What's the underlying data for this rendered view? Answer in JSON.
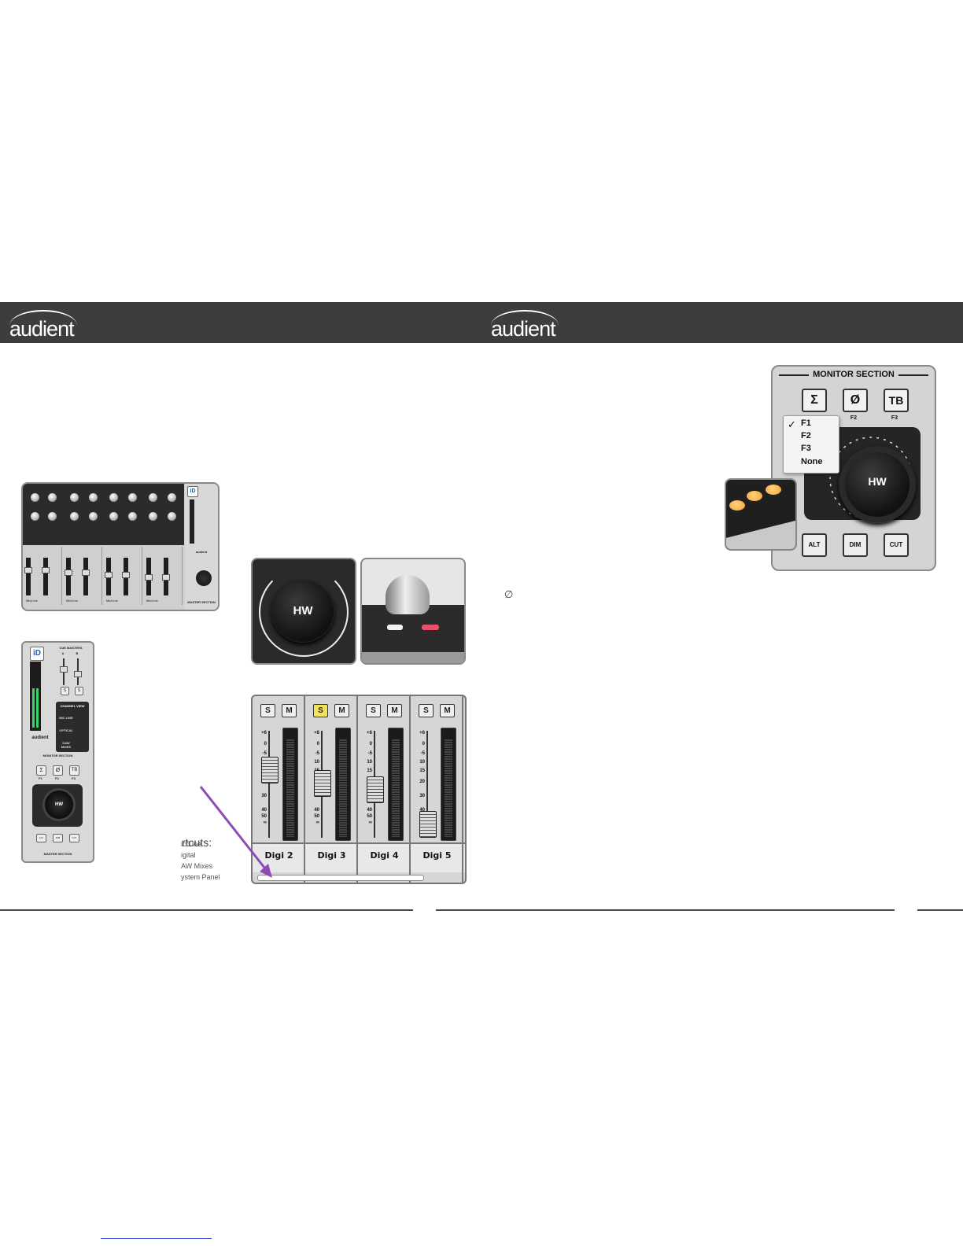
{
  "header": {
    "logo_left": "audient",
    "logo_right": "audient",
    "bar_color": "#3f3c3d"
  },
  "full_mixer": {
    "badge": "iD",
    "brand": "audient",
    "strip_labels": [
      "Mic/Line",
      "Mic/Line",
      "Mic/Line",
      "Mic/Line",
      "Mic/Line",
      "Mic/Line",
      "Mic/Line",
      "Mic/Line"
    ],
    "master_label": "MASTER SECTION"
  },
  "master_panel": {
    "badge": "iD",
    "cue_masters": "CUE MASTERS",
    "cue_a": "A",
    "cue_b": "B",
    "solo_a": "S",
    "solo_b": "S",
    "channel_view": "CHANNEL VIEW",
    "view_options": [
      "MIC LINE",
      "OPTICAL",
      "DAW MIXES"
    ],
    "brand": "audient",
    "monitor_section": "MONITOR SECTION",
    "f_buttons": [
      "Σ",
      "Ø",
      "TB"
    ],
    "f_labels": [
      "F1",
      "F2",
      "F3"
    ],
    "knob": "HW",
    "bottom_buttons": [
      "ALT",
      "DIM",
      "CUT"
    ],
    "footer": "MASTER SECTION"
  },
  "shortcuts": {
    "heading": "rtcuts:",
    "items": [
      "ic/Line",
      "igital",
      "AW Mixes",
      "ystem Panel"
    ]
  },
  "hw_knob": {
    "label": "HW"
  },
  "channel_strips": {
    "scale": [
      "+6",
      "0",
      "-5",
      "10",
      "15",
      "20",
      "30",
      "40",
      "50",
      "∞"
    ],
    "strips": [
      {
        "name": "Digi 2",
        "solo": "S",
        "mute": "M",
        "solo_active": false,
        "fader_db": -10
      },
      {
        "name": "Digi 3",
        "solo": "S",
        "mute": "M",
        "solo_active": true,
        "fader_db": -17
      },
      {
        "name": "Digi 4",
        "solo": "S",
        "mute": "M",
        "solo_active": false,
        "fader_db": -20
      },
      {
        "name": "Digi 5",
        "solo": "S",
        "mute": "M",
        "solo_active": false,
        "fader_db": -50
      }
    ],
    "solo_active_color": "#f2e35c",
    "arrow_color": "#8c4bb5"
  },
  "monitor_section": {
    "title": "MONITOR SECTION",
    "f_buttons": [
      "Σ",
      "Ø",
      "TB"
    ],
    "f_labels": [
      "F1",
      "F2",
      "F3"
    ],
    "menu_items": [
      "F1",
      "F2",
      "F3",
      "None"
    ],
    "menu_checked": "F1",
    "knob": "HW",
    "bottom_buttons": [
      "ALT",
      "DIM",
      "CUT"
    ]
  },
  "body_text": {
    "null_symbol": "∅"
  }
}
